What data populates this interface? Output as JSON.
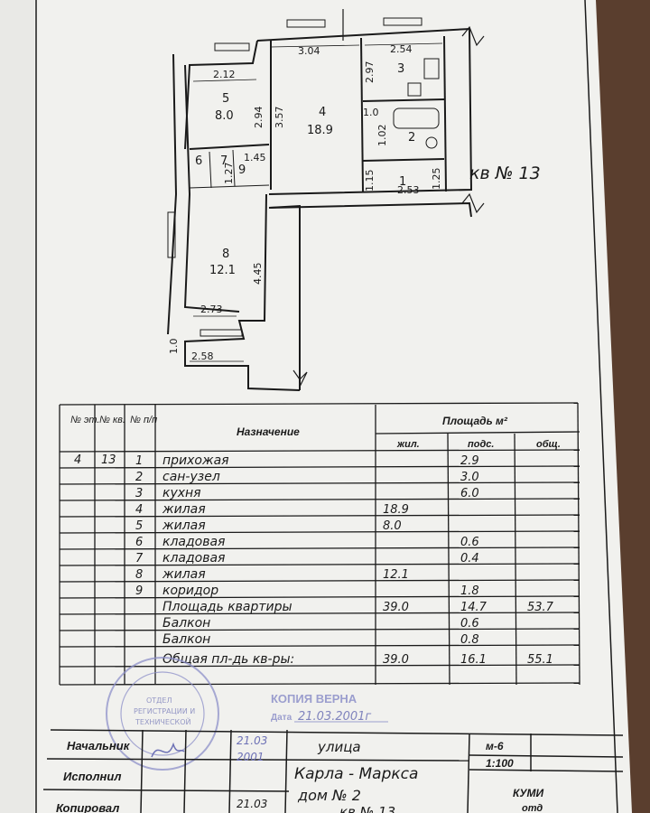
{
  "plan": {
    "apartment_label": "кв № 13",
    "rooms": [
      {
        "num": "1",
        "area": ""
      },
      {
        "num": "2",
        "area": ""
      },
      {
        "num": "3",
        "area": ""
      },
      {
        "num": "4",
        "area": "18.9"
      },
      {
        "num": "5",
        "area": "8.0"
      },
      {
        "num": "6",
        "area": ""
      },
      {
        "num": "7",
        "area": ""
      },
      {
        "num": "8",
        "area": "12.1"
      },
      {
        "num": "9",
        "area": ""
      }
    ],
    "dimensions": [
      "3.04",
      "2.54",
      "2.12",
      "2.97",
      "3.57",
      "2.94",
      "1.0",
      "1.02",
      "1.15",
      "2.53",
      "1.25",
      "4.45",
      "2.73",
      "2.58",
      "1.0",
      "1.27",
      "1.45"
    ]
  },
  "table": {
    "headers": {
      "floor": "№ эт.",
      "apt": "№ кв.",
      "item": "№ п/п",
      "purpose": "Назначение",
      "area": "Площадь м²",
      "living": "жил.",
      "auxiliary": "подс.",
      "total": "общ."
    },
    "floor": "4",
    "apt": "13",
    "rows": [
      {
        "n": "1",
        "name": "прихожая",
        "living": "",
        "aux": "2.9",
        "total": ""
      },
      {
        "n": "2",
        "name": "сан-узел",
        "living": "",
        "aux": "3.0",
        "total": ""
      },
      {
        "n": "3",
        "name": "кухня",
        "living": "",
        "aux": "6.0",
        "total": ""
      },
      {
        "n": "4",
        "name": "жилая",
        "living": "18.9",
        "aux": "",
        "total": ""
      },
      {
        "n": "5",
        "name": "жилая",
        "living": "8.0",
        "aux": "",
        "total": ""
      },
      {
        "n": "6",
        "name": "кладовая",
        "living": "",
        "aux": "0.6",
        "total": ""
      },
      {
        "n": "7",
        "name": "кладовая",
        "living": "",
        "aux": "0.4",
        "total": ""
      },
      {
        "n": "8",
        "name": "жилая",
        "living": "12.1",
        "aux": "",
        "total": ""
      },
      {
        "n": "9",
        "name": "коридор",
        "living": "",
        "aux": "1.8",
        "total": ""
      },
      {
        "n": "",
        "name": "Площадь квартиры",
        "living": "39.0",
        "aux": "14.7",
        "total": "53.7"
      },
      {
        "n": "",
        "name": "Балкон",
        "living": "",
        "aux": "0.6",
        "total": ""
      },
      {
        "n": "",
        "name": "Балкон",
        "living": "",
        "aux": "0.8",
        "total": ""
      },
      {
        "n": "",
        "name": "Общая пл-дь кв-ры:",
        "living": "39.0",
        "aux": "16.1",
        "total": "55.1"
      }
    ]
  },
  "stamps": {
    "round_stamp_lines": [
      "ОТДЕЛ",
      "РЕГИСТРАЦИИ И",
      "ТЕХНИЧЕСКОЙ"
    ],
    "copy_stamp": "КОПИЯ ВЕРНА",
    "copy_date_label": "Дата",
    "copy_date_value": "21.03.2001г"
  },
  "footer": {
    "label_chief": "Начальник",
    "label_performer": "Исполнил",
    "label_copied": "Копировал",
    "date1": "21.03",
    "date1_year": "2001",
    "date2": "21.03",
    "street_label": "улица",
    "street_name": "Карла - Маркса",
    "house": "дом № 2",
    "apt_line": "кв № 13",
    "sheet": "м-6",
    "scale": "1:100",
    "org": "КУМИ",
    "org_sub": "отд"
  },
  "colors": {
    "paper": "#f1f1ee",
    "ink": "#1a1a1a",
    "stamp": "#8d90c9",
    "background": "#5a3e2e"
  }
}
